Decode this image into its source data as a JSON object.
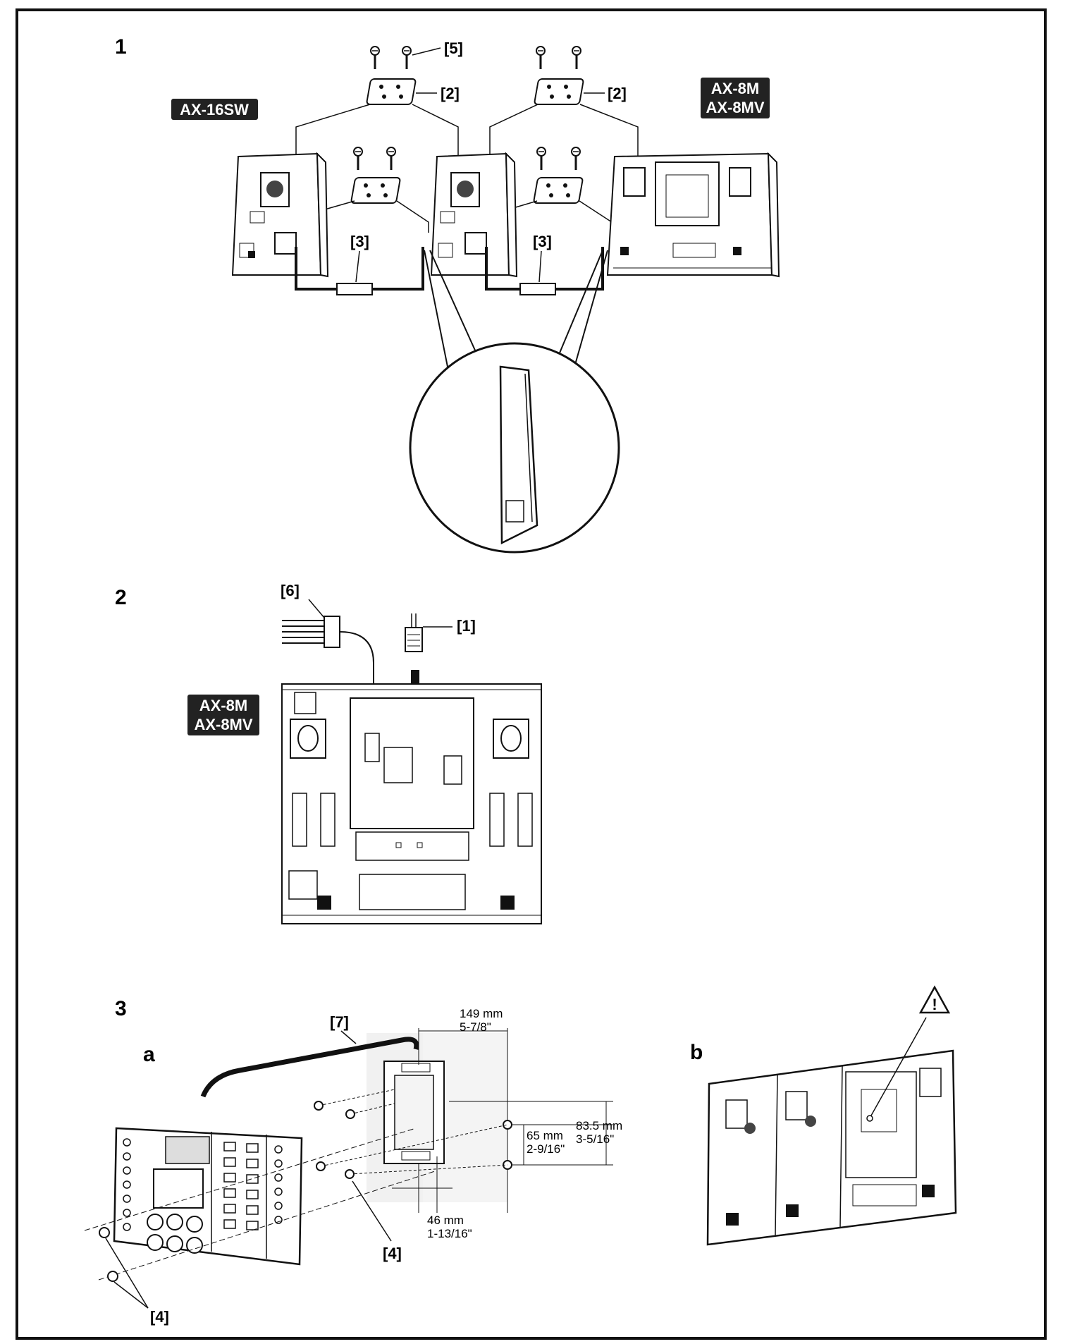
{
  "steps": {
    "s1": "1",
    "s2": "2",
    "s3": "3",
    "s3a": "a",
    "s3b": "b"
  },
  "tags": {
    "ax16sw": "AX-16SW",
    "ax8m_1": "AX-8M",
    "ax8mv_1": "AX-8MV",
    "ax8m_2": "AX-8M",
    "ax8mv_2": "AX-8MV"
  },
  "callouts": {
    "c5": "[5]",
    "c2a": "[2]",
    "c2b": "[2]",
    "c3a": "[3]",
    "c3b": "[3]",
    "c6": "[6]",
    "c1": "[1]",
    "c7": "[7]",
    "c4a": "[4]",
    "c4b": "[4]"
  },
  "dimensions": {
    "w149mm": "149 mm",
    "w149in": "5-7/8\"",
    "h65mm": "65 mm",
    "h65in": "2-9/16\"",
    "h83mm": "83.5 mm",
    "h83in": "3-5/16\"",
    "w46mm": "46 mm",
    "w46in": "1-13/16\""
  },
  "symbols": {
    "warning": "!"
  },
  "icons": [
    "screw-icon",
    "bracket-plate-icon",
    "ribbon-cable-icon",
    "modular-plug-icon",
    "wire-harness-icon",
    "warning-triangle-icon"
  ]
}
